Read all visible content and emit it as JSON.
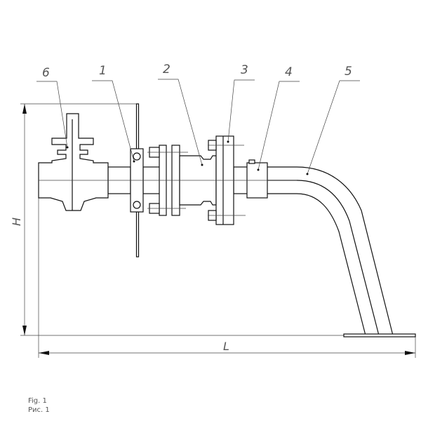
{
  "figure": {
    "part_labels": [
      "1",
      "2",
      "3",
      "4",
      "5",
      "6"
    ],
    "dimensions": {
      "height": "H",
      "length": "L"
    },
    "caption": {
      "en": "Fig. 1",
      "ru": "Рис. 1"
    }
  }
}
